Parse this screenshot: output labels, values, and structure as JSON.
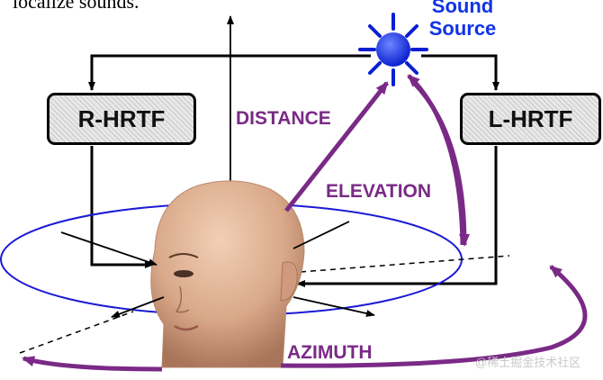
{
  "top_text": "localize sounds.",
  "sound_source": {
    "line1": "Sound",
    "line2": "Source"
  },
  "hrtf": {
    "right": "R-HRTF",
    "left": "L-HRTF"
  },
  "labels": {
    "distance": "DISTANCE",
    "elevation": "ELEVATION",
    "azimuth": "AZIMUTH"
  },
  "watermark": "@稀土掘金技术社区",
  "colors": {
    "sound_source": "#1033e6",
    "purple": "#7a2a86",
    "ellipse": "#1a1ad6",
    "box_fill": "#e8e8e8"
  }
}
